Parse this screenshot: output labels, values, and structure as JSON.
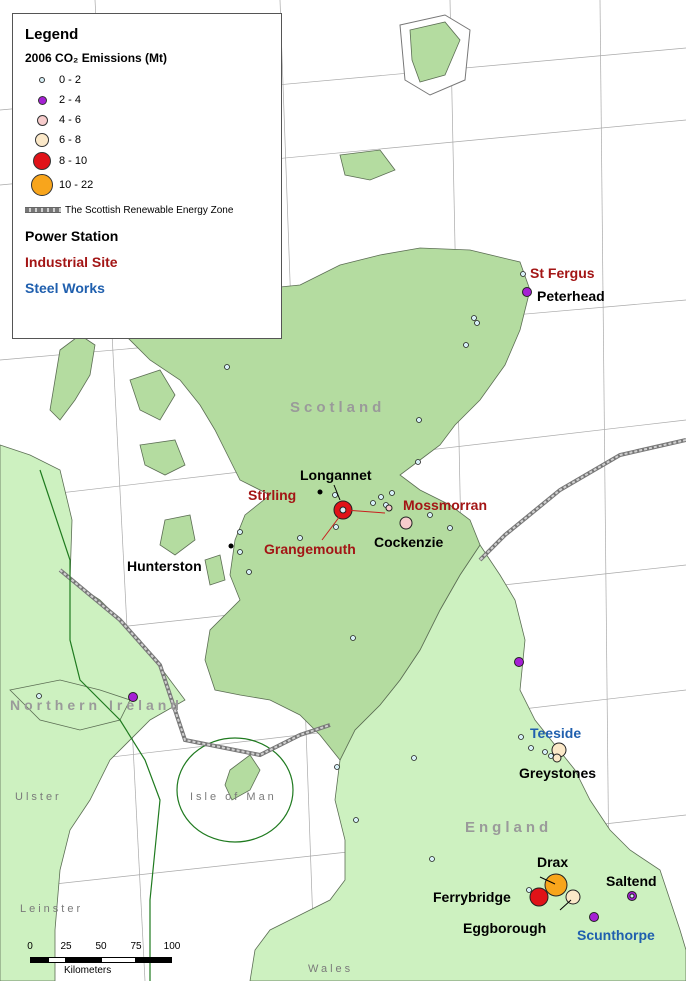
{
  "legend": {
    "title": "Legend",
    "emissions_heading": "2006 CO₂ Emissions (Mt)",
    "classes": [
      {
        "range": "0 - 2",
        "color": "#d7f0f7"
      },
      {
        "range": "2 - 4",
        "color": "#a520d4"
      },
      {
        "range": "4 - 6",
        "color": "#f7cccc"
      },
      {
        "range": "6 - 8",
        "color": "#fbe8c8"
      },
      {
        "range": "8 - 10",
        "color": "#e01218"
      },
      {
        "range": "10 - 22",
        "color": "#f8a51c"
      }
    ],
    "zone_label": "The Scottish Renewable Energy Zone",
    "categories": {
      "power": "Power Station",
      "industrial": "Industrial Site",
      "steel": "Steel Works"
    },
    "category_colors": {
      "power": "#000000",
      "industrial": "#a31515",
      "steel": "#1f5fae"
    }
  },
  "regions": {
    "scotland": "Scotland",
    "england": "England",
    "northern_ireland": "Northern Ireland",
    "isle_of_man": "Isle of Man",
    "ulster": "Ulster",
    "leinster": "Leinster",
    "wales": "Wales"
  },
  "sites": {
    "st_fergus": "St Fergus",
    "peterhead": "Peterhead",
    "longannet": "Longannet",
    "stirling": "Stirling",
    "mossmorran": "Mossmorran",
    "grangemouth": "Grangemouth",
    "cockenzie": "Cockenzie",
    "hunterston": "Hunterston",
    "teeside": "Teeside",
    "greystones": "Greystones",
    "drax": "Drax",
    "ferrybridge": "Ferrybridge",
    "saltend": "Saltend",
    "eggborough": "Eggborough",
    "scunthorpe": "Scunthorpe"
  },
  "scalebar": {
    "ticks": [
      "0",
      "25",
      "50",
      "75",
      "100"
    ],
    "units": "Kilometers"
  }
}
